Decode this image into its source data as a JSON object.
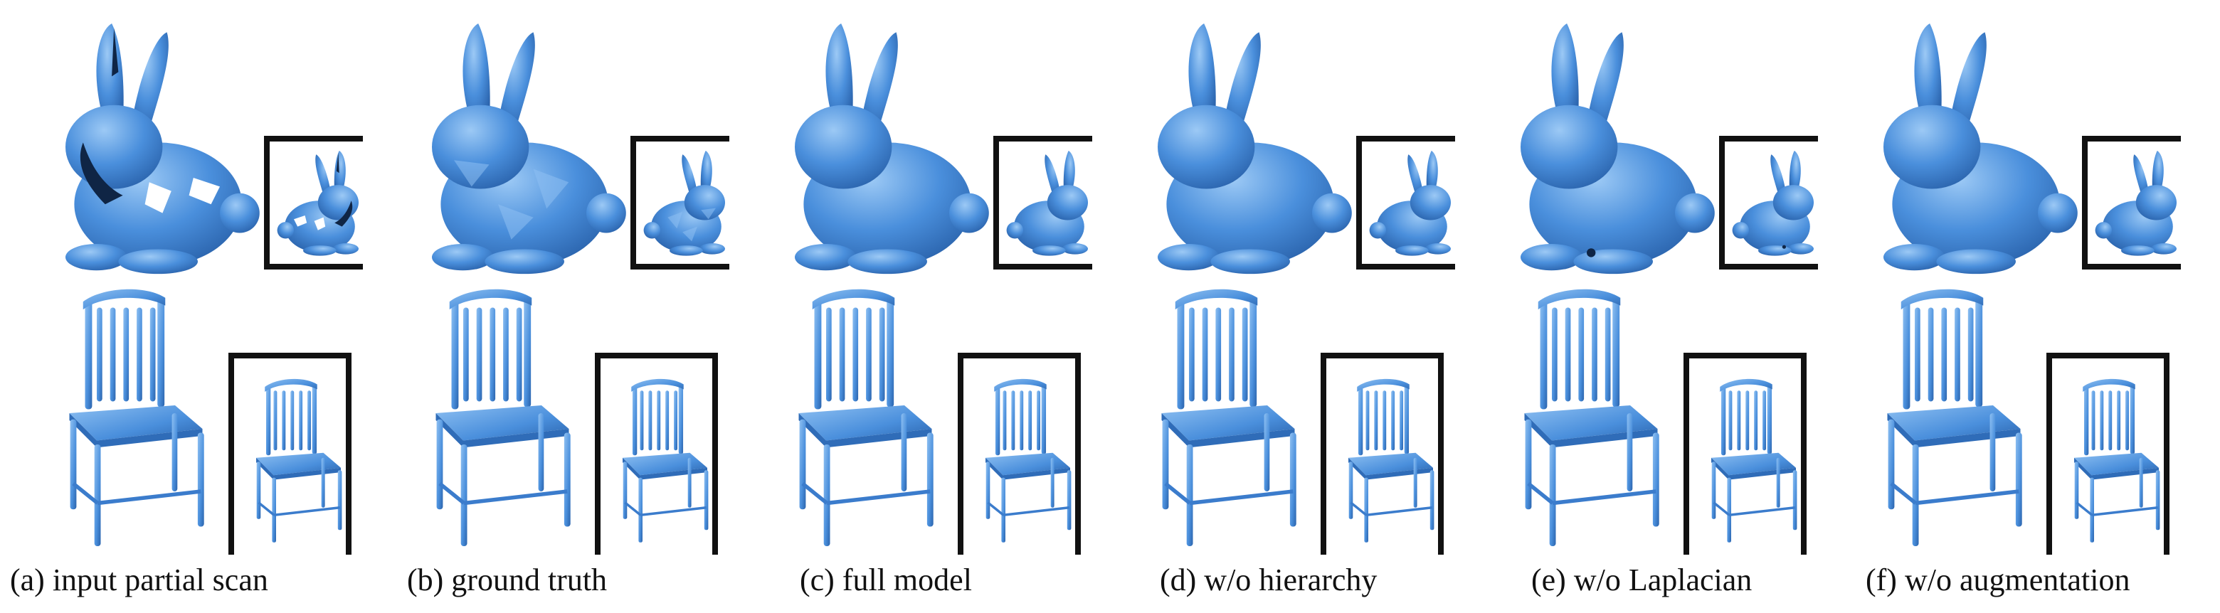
{
  "figure": {
    "panels": [
      {
        "id": "a",
        "caption": "(a) input partial scan",
        "objects": [
          "bunny",
          "chair"
        ],
        "variant": "partial-scan"
      },
      {
        "id": "b",
        "caption": "(b) ground truth",
        "objects": [
          "bunny",
          "chair"
        ],
        "variant": "faceted"
      },
      {
        "id": "c",
        "caption": "(c) full model",
        "objects": [
          "bunny",
          "chair"
        ],
        "variant": "smooth"
      },
      {
        "id": "d",
        "caption": "(d) w/o hierarchy",
        "objects": [
          "bunny",
          "chair"
        ],
        "variant": "smooth"
      },
      {
        "id": "e",
        "caption": "(e) w/o Laplacian",
        "objects": [
          "bunny",
          "chair"
        ],
        "variant": "artifacts"
      },
      {
        "id": "f",
        "caption": "(f) w/o augmentation",
        "objects": [
          "bunny",
          "chair"
        ],
        "variant": "smooth"
      }
    ],
    "colors": {
      "mesh": "#4a8fdc",
      "mesh_light": "#8ec0f2",
      "mesh_dark": "#2a62a8",
      "inset_border": "#111111"
    }
  }
}
